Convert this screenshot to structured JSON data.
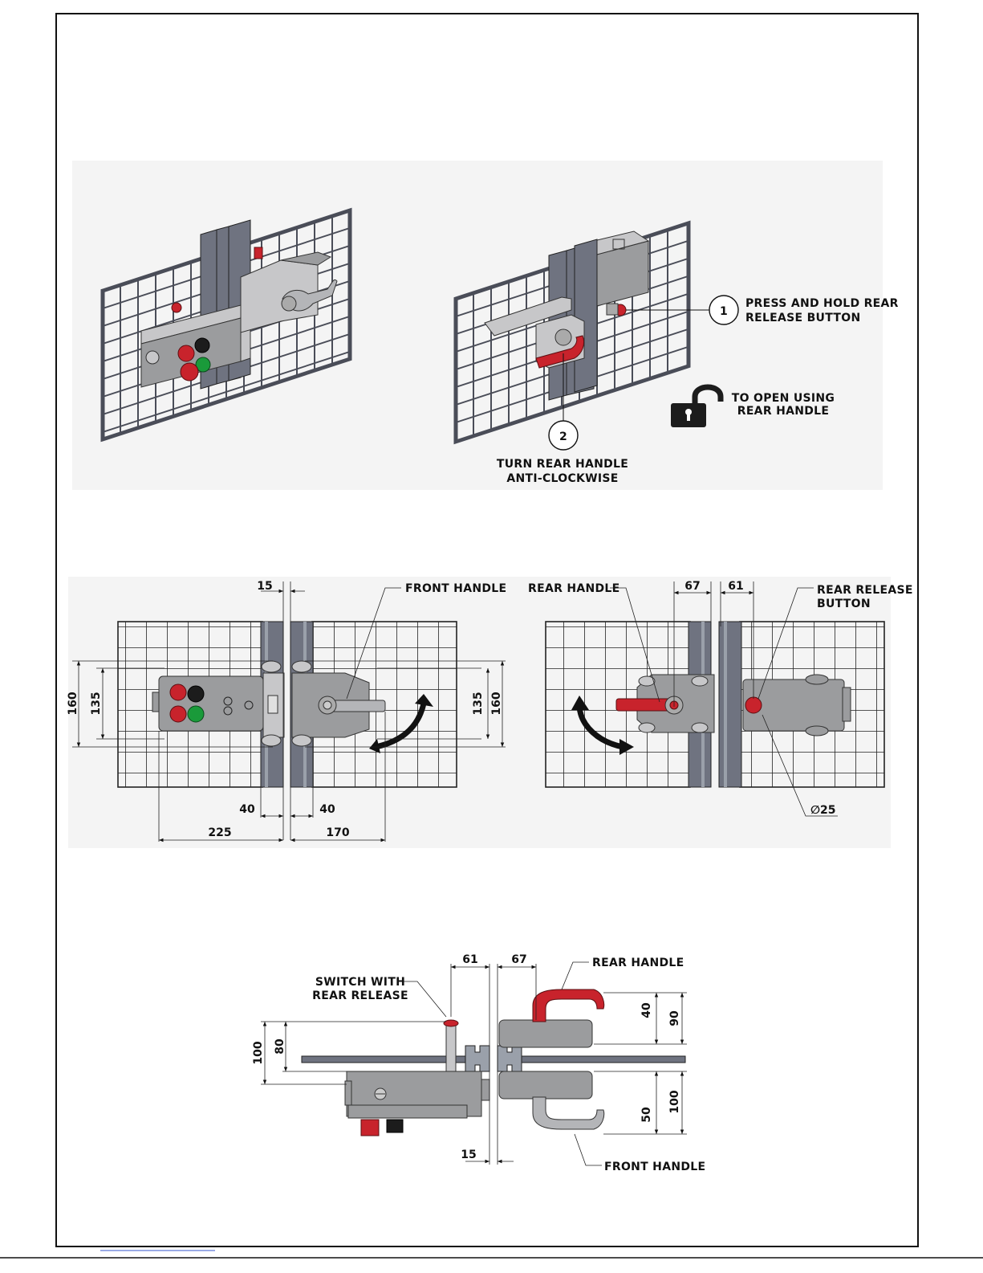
{
  "iso_view": {
    "step1_number": "1",
    "step1_line1": "PRESS AND HOLD REAR",
    "step1_line2": "RELEASE BUTTON",
    "step2_number": "2",
    "step2_line1": "TURN REAR HANDLE",
    "step2_line2": "ANTI-CLOCKWISE",
    "open_line1": "TO OPEN USING",
    "open_line2": "REAR HANDLE",
    "open_icon": "unlocked-padlock-icon"
  },
  "front_view": {
    "front_handle_label": "FRONT HANDLE",
    "dim_gap": "15",
    "dim_height_outer_left": "160",
    "dim_height_inner_left": "135",
    "dim_height_inner_right": "135",
    "dim_height_outer_right": "160",
    "dim_left_offset": "40",
    "dim_right_offset": "40",
    "dim_left_width": "225",
    "dim_right_width": "170"
  },
  "rear_view": {
    "rear_handle_label": "REAR HANDLE",
    "rear_release_line1": "REAR RELEASE",
    "rear_release_line2": "BUTTON",
    "dim_67": "67",
    "dim_61": "61",
    "dim_dia": "∅25"
  },
  "top_view": {
    "switch_line1": "SWITCH WITH",
    "switch_line2": "REAR RELEASE",
    "rear_handle_label": "REAR HANDLE",
    "front_handle_label": "FRONT HANDLE",
    "dim_61": "61",
    "dim_67": "67",
    "dim_100_left": "100",
    "dim_80": "80",
    "dim_40": "40",
    "dim_90": "90",
    "dim_50": "50",
    "dim_100_right": "100",
    "dim_15": "15"
  },
  "colors": {
    "handle_red": "#c8232c",
    "button_green": "#1a9a3a",
    "mesh_grey": "#4a4d58",
    "body_grey": "#9b9c9e"
  }
}
